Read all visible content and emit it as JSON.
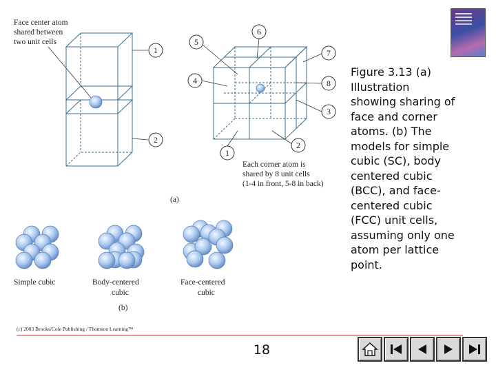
{
  "diagram": {
    "label_face_center": [
      "Face center atom",
      "shared between",
      "two unit cells"
    ],
    "label_corner": [
      "Each corner atom is",
      "shared by 8 unit cells",
      "(1-4 in front, 5-8 in back)"
    ],
    "part_a": "(a)",
    "part_b": "(b)",
    "left_markers": [
      "1",
      "2"
    ],
    "right_markers": [
      "1",
      "2",
      "3",
      "4",
      "5",
      "6",
      "7",
      "8"
    ],
    "models": [
      "Simple cubic",
      "Body-centered",
      "cubic",
      "Face-centered",
      "cubic"
    ]
  },
  "caption": "Figure 3.13  (a)\nIllustration\nshowing sharing of\nface and corner\natoms. (b)  The\nmodels for simple\ncubic (SC), body\ncentered cubic\n(BCC), and face-\ncentered cubic\n(FCC) unit cells,\nassuming only one\natom per lattice\npoint.",
  "footer": {
    "copyright": "(c) 2003 Brooks/Cole Publishing / Thomson Learning™",
    "page_number": "18"
  },
  "nav": [
    "home-icon",
    "first-slide-icon",
    "previous-slide-icon",
    "next-slide-icon",
    "last-slide-icon"
  ],
  "colors": {
    "lattice": "#3a6e8f",
    "atom": "#a9c8ee",
    "atom_edge": "#5a7fb5",
    "rule": "#b04a4a"
  }
}
